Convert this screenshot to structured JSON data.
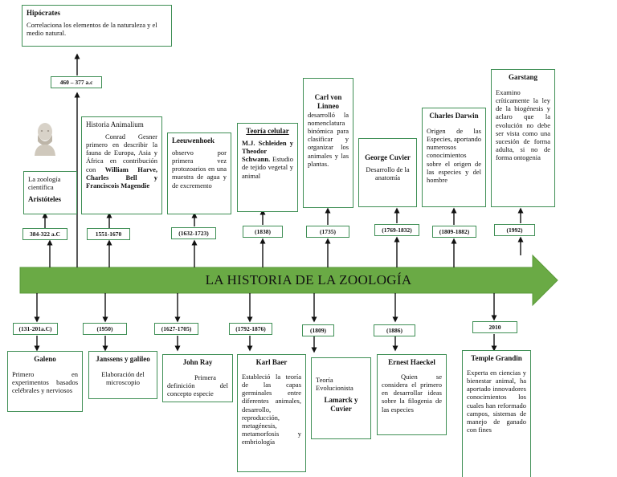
{
  "title": "LA HISTORIA DE LA ZOOLOGÍA",
  "colors": {
    "banner": "#6aaa45",
    "border": "#3f8f55"
  },
  "top": {
    "hipocrates": {
      "title": "Hipócrates",
      "body": "Correlaciona los elementos de la naturaleza y el medio natural.",
      "date": "460 – 377 a.c"
    },
    "aristoteles": {
      "body": "La zoología científica",
      "name": "Aristóteles",
      "date": "384-322 a.C"
    },
    "gesner": {
      "title": "Historia Animalium",
      "body1": "Conrad Gesner primero en describir la fauna de Europa, Asia y África en contribución con ",
      "body_bold": "William Harve, Charles Bell y Franciscois Magendie",
      "date": "1551-1670"
    },
    "leeuwenhoek": {
      "title": "Leeuwenhoek",
      "body": "observo por primera vez protozoarios en una muestra de agua y de excremento",
      "date": "(1632-1723)"
    },
    "celular": {
      "title": "Teoría celular",
      "body_bold": "M.J. Schleiden y Theodor Schwann.",
      "body": " Estudio de tejido vegetal y animal",
      "date": "(1838)"
    },
    "linneo": {
      "title": "Carl von Linneo",
      "body": "desarrolló la nomenclatura binómica para clasificar y organizar los animales y las plantas.",
      "date": "(1735)"
    },
    "cuvier": {
      "title": "George Cuvier",
      "body": "Desarrollo de la anatomía",
      "date": "(1769-1832)"
    },
    "darwin": {
      "title": "Charles Darwin",
      "body": "Origen de las Especies, aportando numerosos conocimientos sobre el origen de las especies y del hombre",
      "date": "(1809-1882)"
    },
    "garstang": {
      "title": "Garstang",
      "body": "Examino críticamente la ley de la biogénesis y aclaro que la evolución no debe ser vista como una sucesión de forma adulta, si no de forma ontogenia",
      "date": "(1992)"
    }
  },
  "bottom": {
    "galeno": {
      "date": "(131-201a.C)",
      "title": "Galeno",
      "body": "Primero en experimentos basados celébrales y nerviosos"
    },
    "janssens": {
      "date": "(1950)",
      "title": "Janssens y galileo",
      "body": "Elaboración del microscopio"
    },
    "ray": {
      "date": "(1627-1705)",
      "title": "John Ray",
      "body": "Primera definición del concepto especie"
    },
    "baer": {
      "date": "(1792-1876)",
      "title": "Karl Baer",
      "body": "Estableció la teoría de las capas germinales entre diferentes animales, desarrollo, reproducción, metagénesis, metamorfosis y embriología"
    },
    "lamarck": {
      "date": "(1809)",
      "body": "Teoría Evolucionista",
      "title": "Lamarck y Cuvier"
    },
    "haeckel": {
      "date": "(1886)",
      "title": "Ernest Haeckel",
      "body": "Quien se considera el primero en desarrollar ideas sobre la filogenia de las especies"
    },
    "grandin": {
      "date": "2010",
      "title": "Temple Grandin",
      "body": "Experta en ciencias y bienestar animal, ha aportado innovadores conocimientos los cuales han reformado campos, sistemas de manejo de ganado con fines"
    }
  }
}
